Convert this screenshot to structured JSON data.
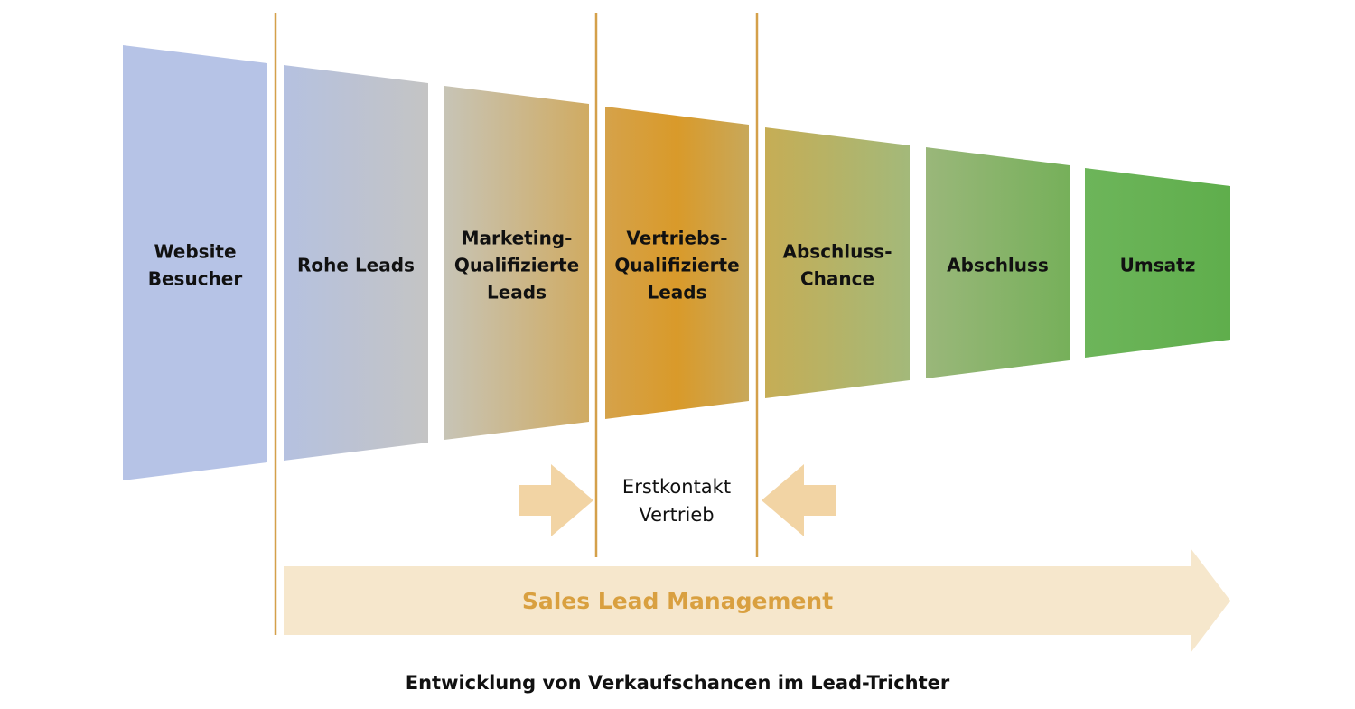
{
  "stages": [
    {
      "id": "website-besucher",
      "lines": [
        "Website",
        "Besucher"
      ]
    },
    {
      "id": "rohe-leads",
      "lines": [
        "Rohe Leads"
      ]
    },
    {
      "id": "marketing-qualifizierte-leads",
      "lines": [
        "Marketing-",
        "Qualifizierte",
        "Leads"
      ]
    },
    {
      "id": "vertriebs-qualifizierte-leads",
      "lines": [
        "Vertriebs-",
        "Qualifizierte",
        "Leads"
      ]
    },
    {
      "id": "abschluss-chance",
      "lines": [
        "Abschluss-",
        "Chance"
      ]
    },
    {
      "id": "abschluss",
      "lines": [
        "Abschluss"
      ]
    },
    {
      "id": "umsatz",
      "lines": [
        "Umsatz"
      ]
    }
  ],
  "first_contact": {
    "lines": [
      "Erstkontakt",
      "Vertrieb"
    ]
  },
  "band": {
    "label": "Sales Lead Management"
  },
  "caption": "Entwicklung von Verkaufschancen im Lead-Trichter",
  "colors": {
    "accent_line": "#d4a04a",
    "band_fill": "#f6e7cc",
    "band_text": "#d9a040",
    "arrow_fill": "#f2d4a4",
    "stage_1": [
      "#b6c3e6",
      "#b6c3e6"
    ],
    "stage_2": [
      "#b5c1e0",
      "#c4c4c4"
    ],
    "stage_3": [
      "#c7c4b6",
      "#d0ab62"
    ],
    "stage_4": [
      "#d5a24a",
      "#d99a2a",
      "#c8a85a"
    ],
    "stage_5": [
      "#c6ad55",
      "#a3b97a"
    ],
    "stage_6": [
      "#9ab77a",
      "#76b05a"
    ],
    "stage_7": [
      "#6db55a",
      "#5fae4c"
    ]
  }
}
